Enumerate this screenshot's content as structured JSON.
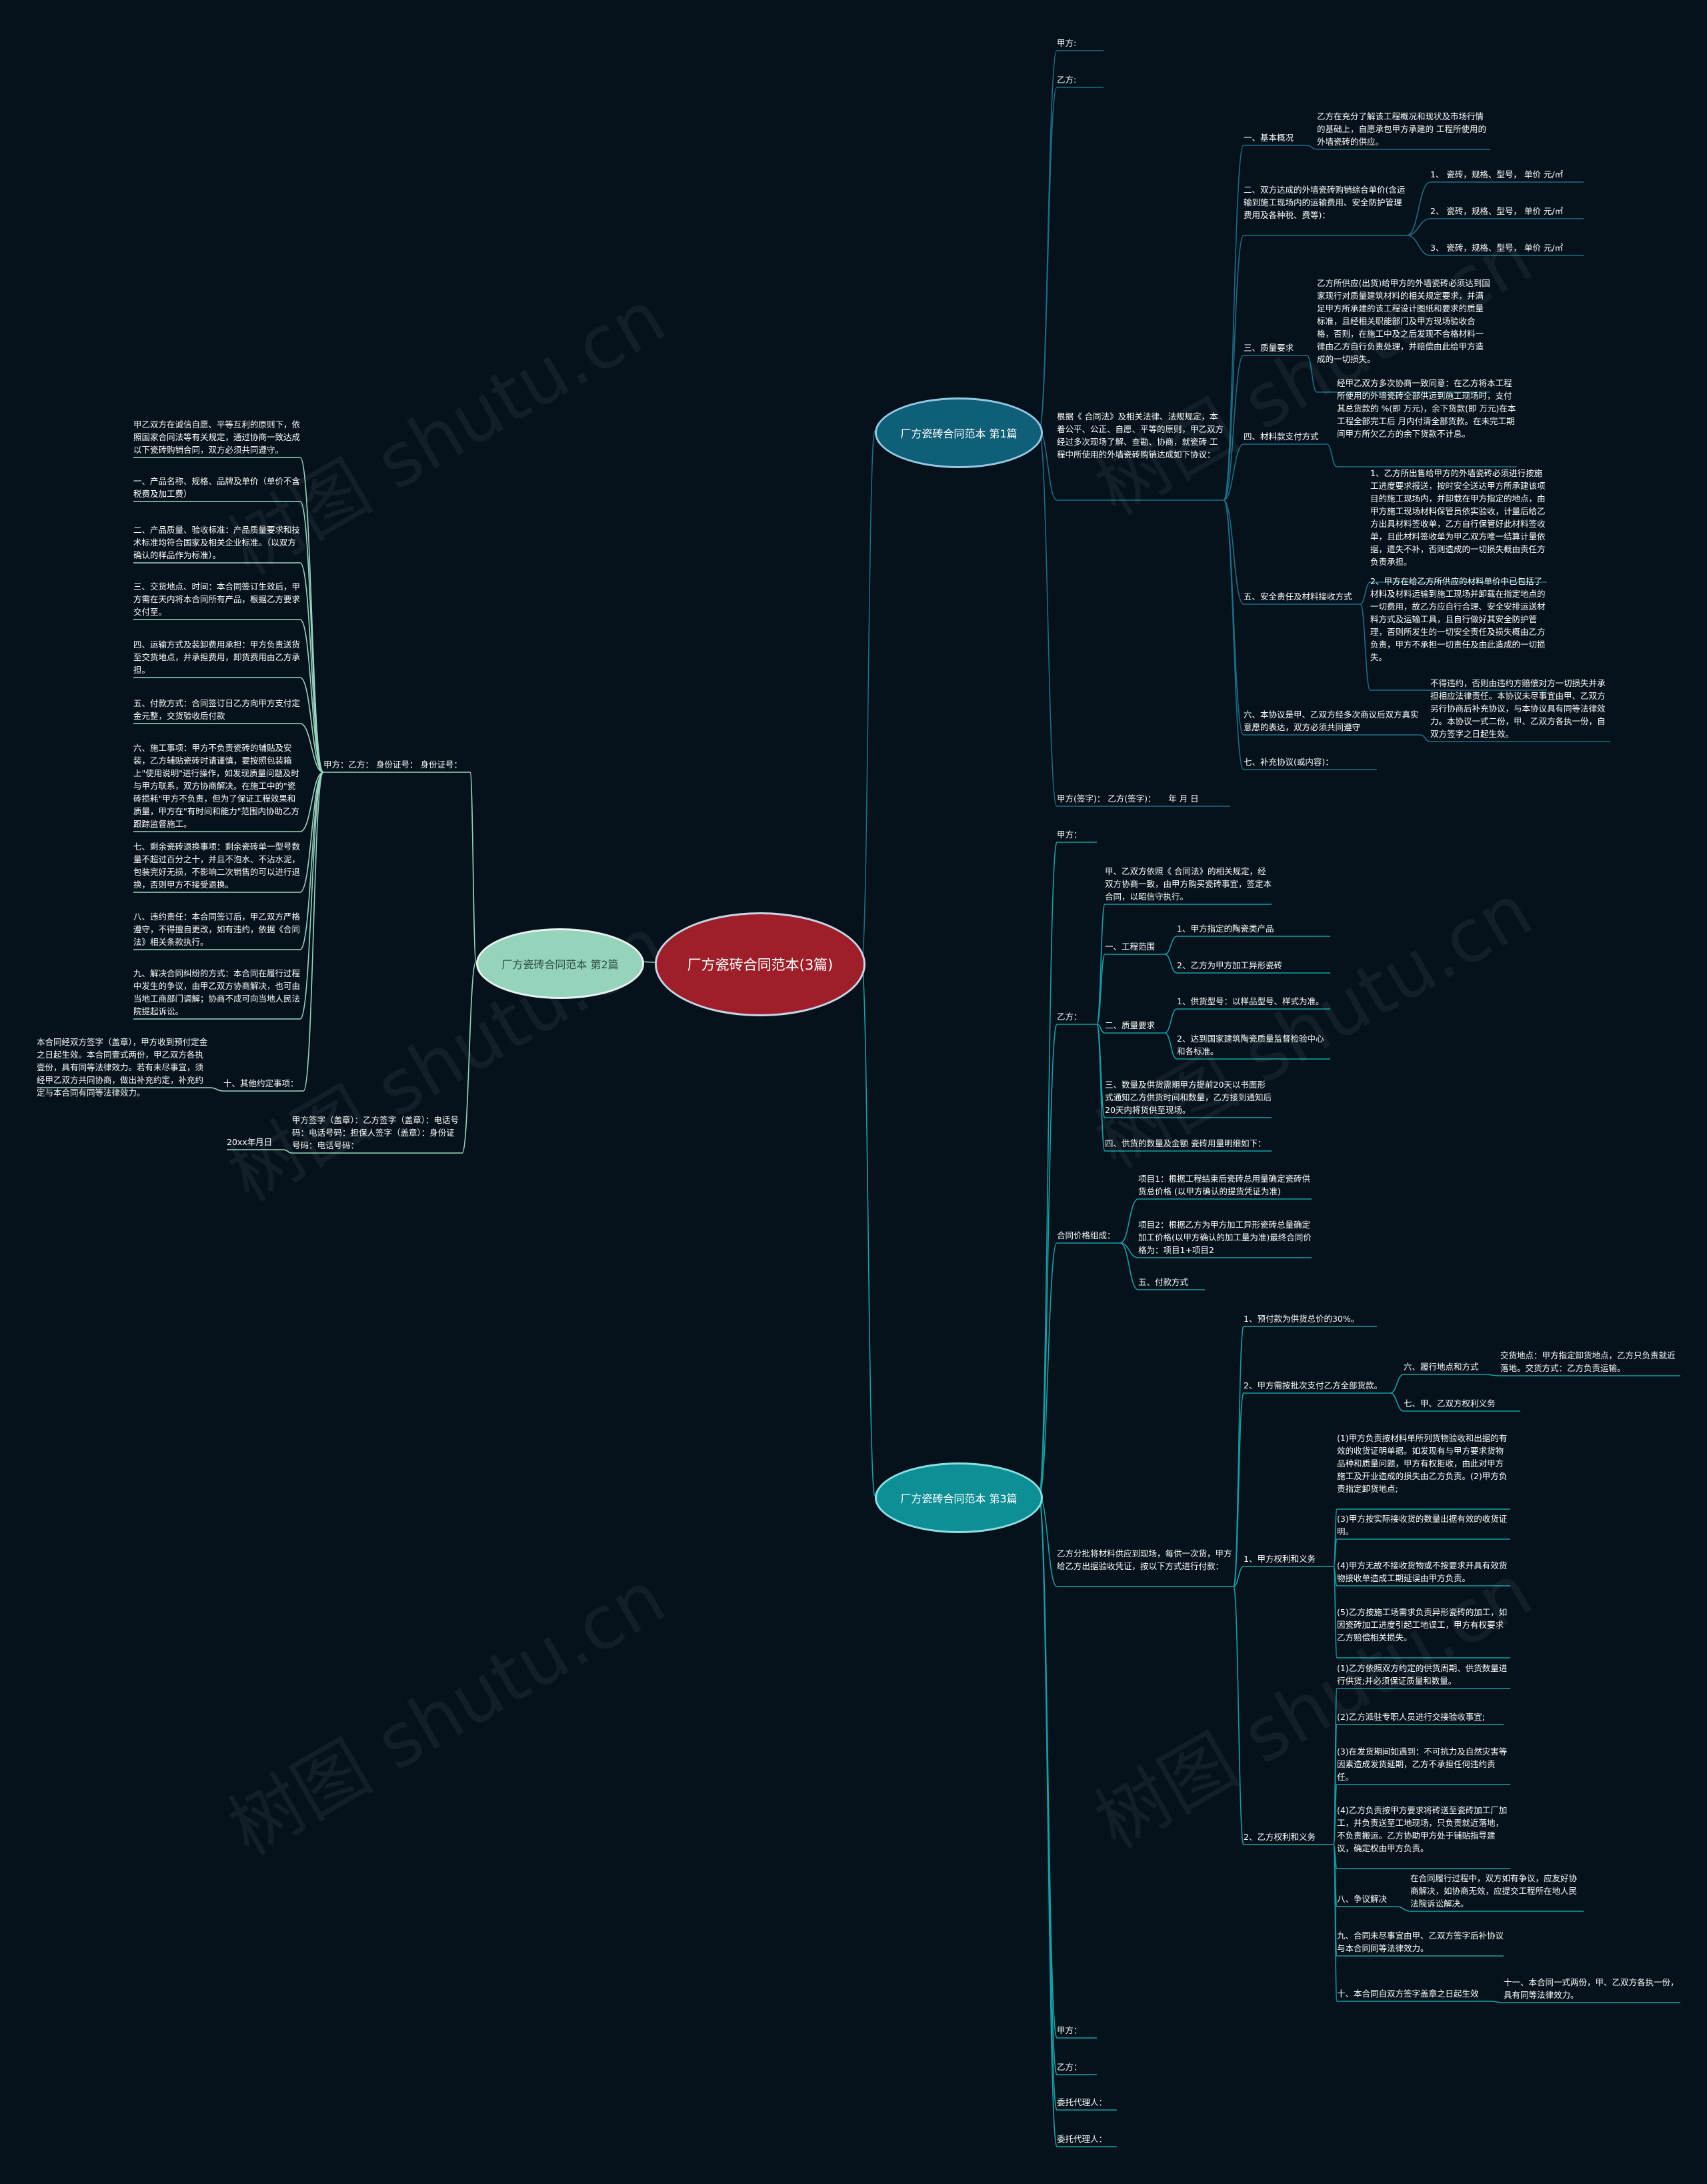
{
  "colors": {
    "background": "#05121b",
    "root": "#9e1f2a",
    "branch1": "#0f5f78",
    "branch2": "#95d3bb",
    "branch3": "#0d8f95",
    "wire1": "#1b6d86",
    "wire2": "#9ad7c2",
    "wire3": "#12a0a6"
  },
  "watermark": "树图 shutu.cn",
  "root": "厂方瓷砖合同范本(3篇)",
  "branches": [
    {
      "id": "b1",
      "label": "厂方瓷砖合同范本 第1篇",
      "children": [
        {
          "id": "b1_c1",
          "label": "甲方:"
        },
        {
          "id": "b1_c2",
          "label": "乙方:"
        },
        {
          "id": "b1_c3",
          "label": "根据《 合同法》及相关法律、法规规定，本着公平、公正、自愿、平等的原则，甲乙双方经过多次现场了解、查勘、协商，就瓷砖 工程中所使用的外墙瓷砖购销达成如下协议：",
          "children": [
            {
              "id": "b1_c3_1",
              "label": "一、基本概况",
              "children": [
                {
                  "id": "b1_c3_1_1",
                  "label": "乙方在充分了解该工程概况和现状及市场行情的基础上，自愿承包甲方承建的 工程所使用的外墙瓷砖的供应。"
                }
              ]
            },
            {
              "id": "b1_c3_2",
              "label": "二、双方达成的外墙瓷砖购销综合单价(含运输到施工现场内的运输费用、安全防护管理费用及各种税、费等)：",
              "children": [
                {
                  "id": "b1_c3_2_1",
                  "label": "1、 瓷砖，规格、型号， 单价 元/㎡"
                },
                {
                  "id": "b1_c3_2_2",
                  "label": "2、 瓷砖，规格、型号， 单价 元/㎡"
                },
                {
                  "id": "b1_c3_2_3",
                  "label": "3、 瓷砖，规格、型号， 单价 元/㎡"
                }
              ]
            },
            {
              "id": "b1_c3_3",
              "label": "三、质量要求",
              "children": [
                {
                  "id": "b1_c3_3_1",
                  "label": "乙方所供应(出货)给甲方的外墙瓷砖必须达到国家现行对质量建筑材料的相关规定要求，并满足甲方所承建的该工程设计图纸和要求的质量标准，且经相关职能部门及甲方现场验收合格，否则，在施工中及之后发现不合格材料一律由乙方自行负责处理，并赔偿由此给甲方造成的一切损失。"
                }
              ]
            },
            {
              "id": "b1_c3_4",
              "label": "四、材料款支付方式",
              "children": [
                {
                  "id": "b1_c3_4_1",
                  "label": "经甲乙双方多次协商一致同意：在乙方将本工程所使用的外墙瓷砖全部供运到施工现场时，支付其总货款的 %(即 万元)，余下货款(即 万元)在本工程全部完工后 月内付清全部货款。在未完工期间甲方所欠乙方的余下货款不计息。"
                }
              ]
            },
            {
              "id": "b1_c3_5",
              "label": "五、安全责任及材料接收方式",
              "children": [
                {
                  "id": "b1_c3_5_1",
                  "label": "1、乙方所出售给甲方的外墙瓷砖必须进行按施工进度要求报送，按时安全送达甲方所承建该项目的施工现场内，并卸载在甲方指定的地点，由甲方施工现场材料保管员依实验收，计量后给乙方出具材料签收单，乙方自行保管好此材料签收单，且此材料签收单为甲乙双方唯一结算计量依据，遗失不补，否则造成的一切损失概由责任方负责承担。"
                },
                {
                  "id": "b1_c3_5_2",
                  "label": "2、甲方在给乙方所供应的材料单价中已包括了材料及材料运输到施工现场并卸载在指定地点的一切费用，故乙方应自行合理、安全安排运送材料方式及运输工具，且自行做好其安全防护管理，否则所发生的一切安全责任及损失概由乙方负责，甲方不承担一切责任及由此造成的一切损失。"
                }
              ]
            },
            {
              "id": "b1_c3_6",
              "label": "六、本协议是甲、乙双方经多次商议后双方真实意愿的表达，双方必须共同遵守",
              "children": [
                {
                  "id": "b1_c3_6_1",
                  "label": "不得违约，否则由违约方赔偿对方一切损失并承担相应法律责任。本协议未尽事宜由甲、乙双方另行协商后补充协议，与本协议具有同等法律效力。本协议一式二份，甲、乙双方各执一份，自双方签字之日起生效。"
                }
              ]
            },
            {
              "id": "b1_c3_7",
              "label": "七、补充协议(或内容)："
            }
          ]
        },
        {
          "id": "b1_c4",
          "label": "甲方(签字)： 乙方(签字)：　　年 月 日"
        }
      ]
    },
    {
      "id": "b2",
      "label": "厂方瓷砖合同范本 第2篇",
      "children": [
        {
          "id": "b2_c1",
          "label": "甲方：乙方： 身份证号： 身份证号：",
          "children": [
            {
              "id": "b2_c1_1",
              "label": "甲乙双方在诚信自愿、平等互利的原则下，依照国家合同法等有关规定，通过协商一致达成以下瓷砖购销合同，双方必须共同遵守。"
            },
            {
              "id": "b2_c1_2",
              "label": "一、产品名称、规格、品牌及单价（单价不含税费及加工费）"
            },
            {
              "id": "b2_c1_3",
              "label": "二、产品质量、验收标准：产品质量要求和技术标准均符合国家及相关企业标准。（以双方确认的样品作为标准）。"
            },
            {
              "id": "b2_c1_4",
              "label": "三、交货地点、时间：本合同签订生效后，甲方需在天内将本合同所有产品，根据乙方要求交付至。"
            },
            {
              "id": "b2_c1_5",
              "label": "四、运输方式及装卸费用承担：甲方负责送货至交货地点，并承担费用，卸货费用由乙方承担。"
            },
            {
              "id": "b2_c1_6",
              "label": "五、付款方式：合同签订日乙方向甲方支付定金元整，交货验收后付款"
            },
            {
              "id": "b2_c1_7",
              "label": "六、施工事项：甲方不负责瓷砖的辅贴及安装，乙方辅贴瓷砖时请谨慎，要按照包装箱上\"使用说明\"进行操作，如发现质量问题及时与甲方联系，双方协商解决。在施工中的\"瓷砖损耗\"甲方不负责，但为了保证工程效果和质量，甲方在\"有时间和能力\"范围内协助乙方跟踪监督施工。"
            },
            {
              "id": "b2_c1_8",
              "label": "七、剩余瓷砖退换事项：剩余瓷砖单一型号数量不超过百分之十，并且不泡水、不沾水泥，包装完好无损，不影响二次销售的可以进行退换，否则甲方不接受退换。"
            },
            {
              "id": "b2_c1_9",
              "label": "八、违约责任：本合同签订后，甲乙双方严格遵守，不得擅自更改，如有违约，依据《合同法》相关条款执行。"
            },
            {
              "id": "b2_c1_10",
              "label": "九、解决合同纠纷的方式：本合同在履行过程中发生的争议，由甲乙双方协商解决，也可由当地工商部门调解；协商不成可向当地人民法院提起诉讼。"
            },
            {
              "id": "b2_c1_11",
              "label": "十、其他约定事项：",
              "children": [
                {
                  "id": "b2_c1_11_1",
                  "label": "本合同经双方签字（盖章），甲方收到预付定金之日起生效。本合同壹式两份，甲乙双方各执壹份，具有同等法律效力。若有未尽事宜，须经甲乙双方共同协商，做出补充约定，补充约定与本合同有同等法律效力。"
                }
              ]
            }
          ]
        },
        {
          "id": "b2_c2",
          "label": "甲方签字（盖章）：乙方签字（盖章）：电话号码：电话号码：担保人签字（盖章）：身份证号码：电话号码：",
          "children": [
            {
              "id": "b2_c2_1",
              "label": "20xx年月日"
            }
          ]
        }
      ]
    },
    {
      "id": "b3",
      "label": "厂方瓷砖合同范本 第3篇",
      "children": [
        {
          "id": "b3_c1",
          "label": "甲方："
        },
        {
          "id": "b3_c2",
          "label": "乙方：",
          "children": [
            {
              "id": "b3_c2_1",
              "label": "甲、乙双方依照《 合同法》的相关规定，经双方协商一致，由甲方购买瓷砖事宜，签定本合同，以昭信守执行。"
            },
            {
              "id": "b3_c2_2",
              "label": "一、工程范围",
              "children": [
                {
                  "id": "b3_c2_2_1",
                  "label": "1、甲方指定的陶瓷类产品"
                },
                {
                  "id": "b3_c2_2_2",
                  "label": "2、乙方为甲方加工异形瓷砖"
                }
              ]
            },
            {
              "id": "b3_c2_3",
              "label": "二、质量要求",
              "children": [
                {
                  "id": "b3_c2_3_1",
                  "label": "1、供货型号：以样品型号、样式为准。"
                },
                {
                  "id": "b3_c2_3_2",
                  "label": "2、达到国家建筑陶瓷质量监督检验中心和各标准。"
                }
              ]
            },
            {
              "id": "b3_c2_4",
              "label": "三、数量及供货需期甲方提前20天以书面形式通知乙方供货时间和数量，乙方接到通知后20天内将货供至现场。"
            },
            {
              "id": "b3_c2_5",
              "label": "四、供货的数量及金额 瓷砖用量明细如下："
            }
          ]
        },
        {
          "id": "b3_c3",
          "label": "合同价格组成：",
          "children": [
            {
              "id": "b3_c3_1",
              "label": "项目1：根据工程结束后瓷砖总用量确定瓷砖供货总价格 (以甲方确认的提货凭证为准)"
            },
            {
              "id": "b3_c3_2",
              "label": "项目2：根据乙方为甲方加工异形瓷砖总量确定加工价格(以甲方确认的加工量为准)最终合同价格为：项目1+项目2"
            },
            {
              "id": "b3_c3_3",
              "label": "五、付款方式"
            }
          ]
        },
        {
          "id": "b3_c4",
          "label": "乙方分批将材料供应到现场，每供一次货，甲方给乙方出据验收凭证，按以下方式进行付款：",
          "children": [
            {
              "id": "b3_c4_1",
              "label": "1、预付款为供货总价的30%。"
            },
            {
              "id": "b3_c4_2",
              "label": "2、甲方需按批次支付乙方全部货款。",
              "children": [
                {
                  "id": "b3_c4_2_1",
                  "label": "六、履行地点和方式",
                  "children": [
                    {
                      "id": "b3_c4_2_1_1",
                      "label": "交货地点：甲方指定卸货地点，乙方只负责就近落地。交货方式：乙方负责运输。"
                    }
                  ]
                },
                {
                  "id": "b3_c4_2_2",
                  "label": "七、甲、乙双方权利义务"
                }
              ]
            },
            {
              "id": "b3_c4_3",
              "label": "1、甲方权利和义务",
              "children": [
                {
                  "id": "b3_c4_3_1",
                  "label": "(1)甲方负责按材料单所列货物验收和出据的有效的收货证明单据。如发现有与甲方要求货物品种和质量问题，甲方有权拒收，由此对甲方施工及开业造成的损失由乙方负责。(2)甲方负责指定卸货地点;"
                },
                {
                  "id": "b3_c4_3_2",
                  "label": "(3)甲方按实际接收货的数量出据有效的收货证明。"
                },
                {
                  "id": "b3_c4_3_3",
                  "label": "(4)甲方无故不接收货物或不按要求开具有效货物接收单造成工期延误由甲方负责。"
                },
                {
                  "id": "b3_c4_3_4",
                  "label": "(5)乙方按施工场需求负责异形瓷砖的加工，如因瓷砖加工进度引起工地误工，甲方有权要求乙方赔偿相关损失。"
                }
              ]
            },
            {
              "id": "b3_c4_4",
              "label": "2、乙方权利和义务",
              "children": [
                {
                  "id": "b3_c4_4_1",
                  "label": "(1)乙方依照双方约定的供货周期、供货数量进行供货;并必须保证质量和数量。"
                },
                {
                  "id": "b3_c4_4_2",
                  "label": "(2)乙方派驻专职人员进行交接验收事宜;"
                },
                {
                  "id": "b3_c4_4_3",
                  "label": "(3)在发货期间如遇到：不可抗力及自然灾害等因素造成发货延期，乙方不承担任何违约责任。"
                },
                {
                  "id": "b3_c4_4_4",
                  "label": "(4)乙方负责按甲方要求将砖送至瓷砖加工厂加工，并负责送至工地现场，只负责就近落地，不负责搬运。乙方协助甲方处于铺贴指导建议，确定权由甲方负责。"
                },
                {
                  "id": "b3_c4_4_5",
                  "label": "八、争议解决",
                  "children": [
                    {
                      "id": "b3_c4_4_5_1",
                      "label": "在合同履行过程中，双方如有争议，应友好协商解决，如协商无效，应提交工程所在地人民法院诉讼解决。"
                    }
                  ]
                },
                {
                  "id": "b3_c4_4_6",
                  "label": "九、合同未尽事宜由甲、乙双方签字后补协议与本合同同等法律效力。"
                },
                {
                  "id": "b3_c4_4_7",
                  "label": "十、本合同自双方签字盖章之日起生效",
                  "children": [
                    {
                      "id": "b3_c4_4_7_1",
                      "label": "十一、本合同一式两份，甲、乙双方各执一份，具有同等法律效力。"
                    }
                  ]
                }
              ]
            }
          ]
        },
        {
          "id": "b3_c5",
          "label": "甲方："
        },
        {
          "id": "b3_c6",
          "label": "乙方："
        },
        {
          "id": "b3_c7",
          "label": "委托代理人："
        },
        {
          "id": "b3_c8",
          "label": "委托代理人："
        }
      ]
    }
  ]
}
